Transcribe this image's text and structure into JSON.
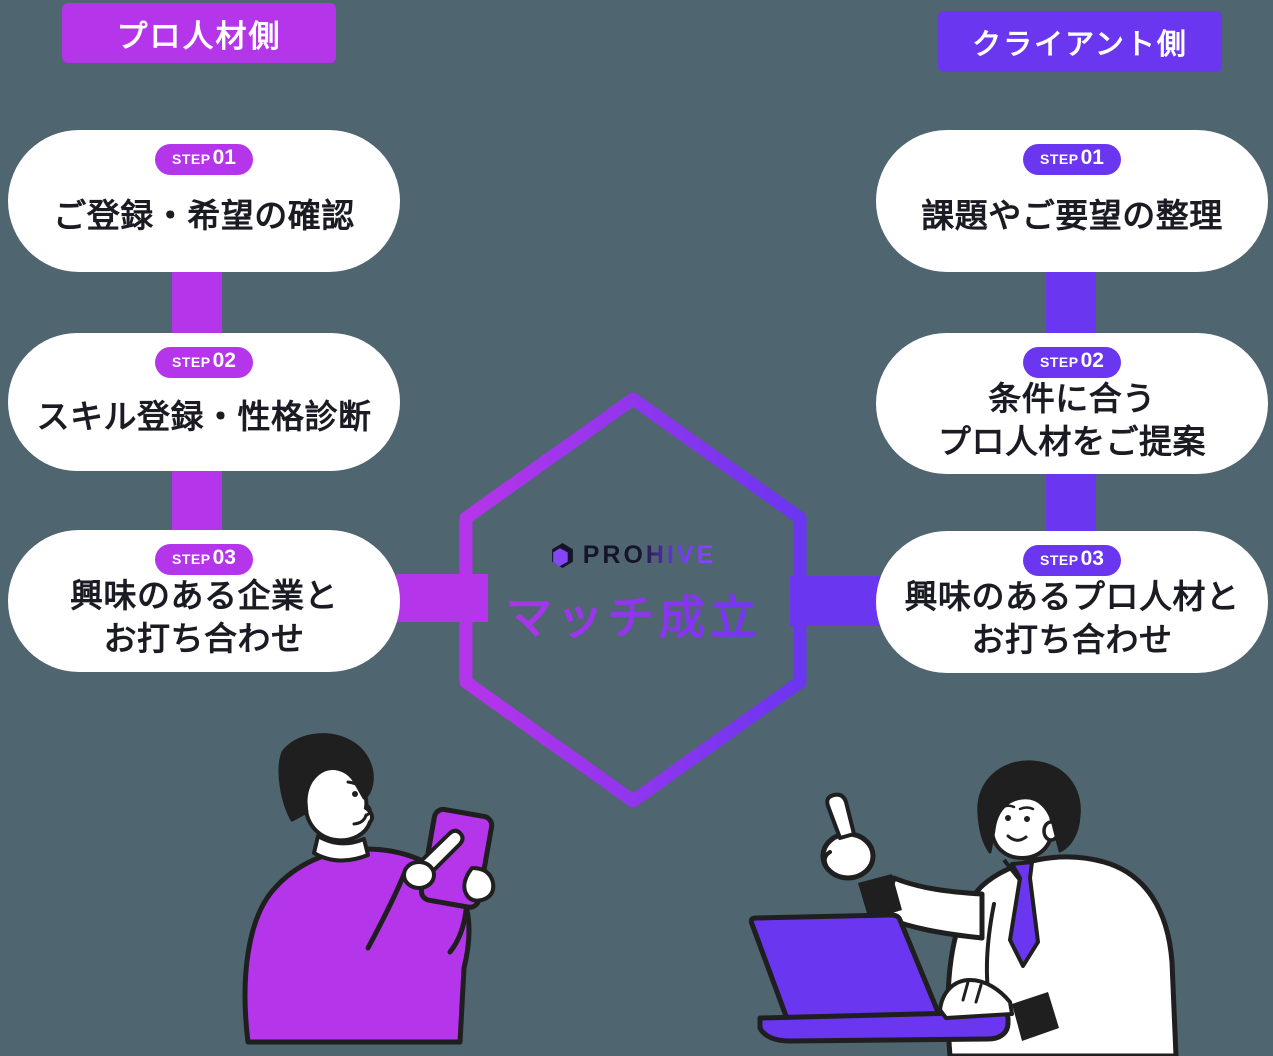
{
  "page": {
    "background": "#4F6570"
  },
  "pro_side": {
    "header": "プロ人材側",
    "accent": "#B535EA",
    "steps": [
      {
        "badge_prefix": "STEP",
        "badge_number": "01",
        "line1": "ご登録・希望の確認",
        "line2": ""
      },
      {
        "badge_prefix": "STEP",
        "badge_number": "02",
        "line1": "スキル登録・性格診断",
        "line2": ""
      },
      {
        "badge_prefix": "STEP",
        "badge_number": "03",
        "line1": "興味のある企業と",
        "line2": "お打ち合わせ"
      }
    ]
  },
  "client_side": {
    "header": "クライアント側",
    "accent": "#6B36F0",
    "steps": [
      {
        "badge_prefix": "STEP",
        "badge_number": "01",
        "line1": "課題やご要望の整理",
        "line2": ""
      },
      {
        "badge_prefix": "STEP",
        "badge_number": "02",
        "line1": "条件に合う",
        "line2": "プロ人材をご提案"
      },
      {
        "badge_prefix": "STEP",
        "badge_number": "03",
        "line1": "興味のあるプロ人材と",
        "line2": "お打ち合わせ"
      }
    ]
  },
  "center": {
    "logo_text": "PROHIVE",
    "match_label": "マッチ成立",
    "gradient_from": "#B535EA",
    "gradient_to": "#6B36F0"
  },
  "illustrations": {
    "left": "person-browsing-smartphone",
    "right": "person-pointing-with-laptop"
  }
}
